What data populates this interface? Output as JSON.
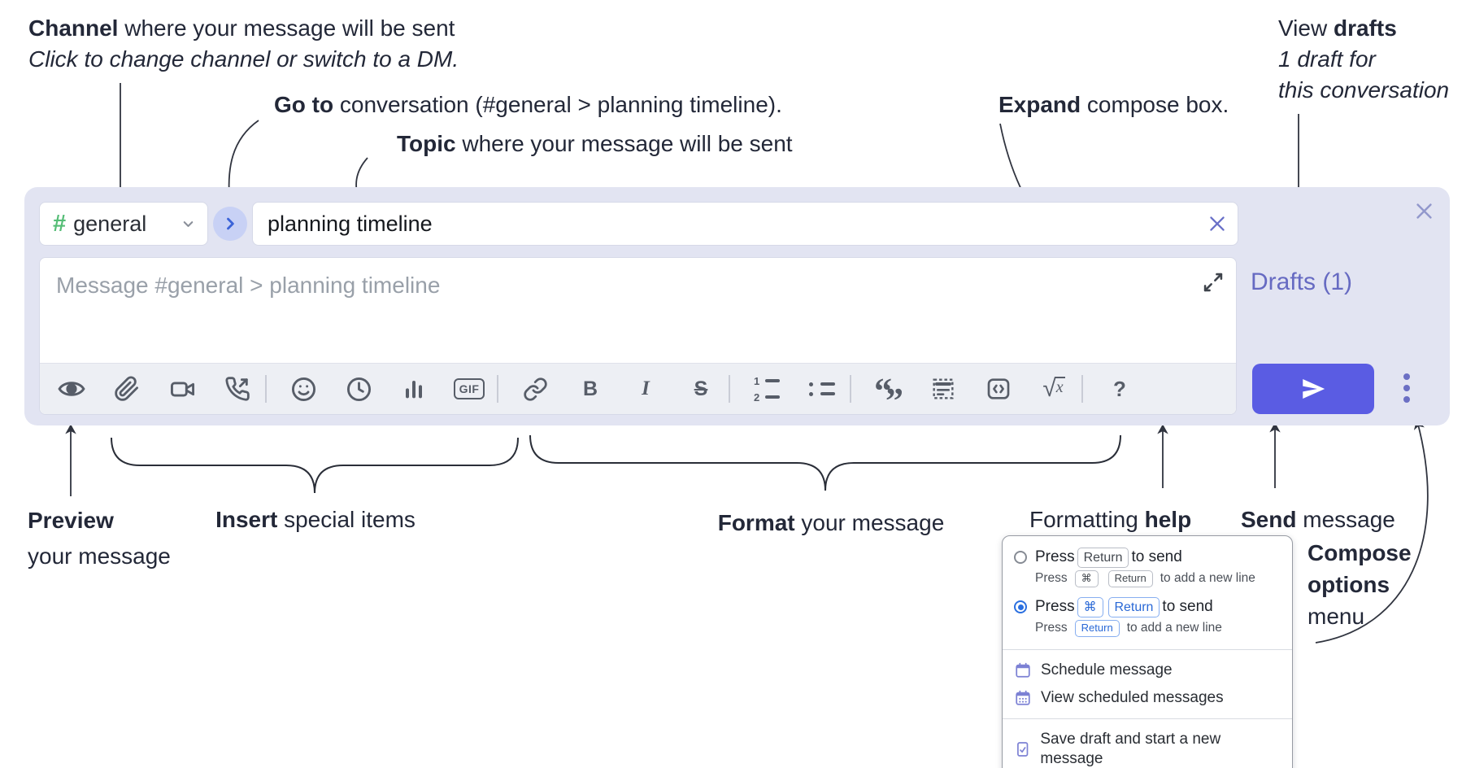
{
  "annotations": {
    "channel": {
      "bold": "Channel",
      "rest": " where your message will be sent",
      "sub": "Click to change channel or switch to a DM."
    },
    "goto": {
      "bold": "Go to",
      "rest": " conversation (#general > planning timeline)."
    },
    "topic": {
      "bold": "Topic",
      "rest": " where your message will be sent"
    },
    "expand": {
      "bold": "Expand",
      "rest": " compose box."
    },
    "view_drafts": {
      "l1a": "View ",
      "l1b": "drafts",
      "l2": "1 draft for",
      "l3": "this conversation"
    },
    "preview": {
      "bold": "Preview",
      "line2": "your message"
    },
    "insert": {
      "bold": "Insert",
      "rest": " special items"
    },
    "format": {
      "bold": "Format",
      "rest": " your message"
    },
    "help": {
      "regular": "Formatting ",
      "bold": "help"
    },
    "send": {
      "bold": "Send",
      "rest": " message"
    },
    "compose_options": {
      "l1": "Compose",
      "l2": "options",
      "l3": "menu"
    }
  },
  "compose": {
    "channel_selector": {
      "hash": "#",
      "label": "general"
    },
    "topic_input": {
      "value": "planning timeline"
    },
    "message_input": {
      "placeholder": "Message #general > planning timeline"
    },
    "drafts_link": "Drafts (1)",
    "toolbar": {
      "labels": {
        "bold": "B",
        "italic": "I",
        "strike": "S",
        "gif": "GIF",
        "sqrt": "√",
        "math_var": "x",
        "help": "?",
        "ol1": "1",
        "ol2": "2",
        "quote_open": "“",
        "quote_close": "”"
      }
    }
  },
  "options_menu": {
    "radios": [
      {
        "selected": false,
        "main_pre": "Press",
        "main_keys": [
          "Return"
        ],
        "main_post": "to send",
        "sub_pre": "Press",
        "sub_keys": [
          "⌘",
          "Return"
        ],
        "sub_post": "to add a new line"
      },
      {
        "selected": true,
        "main_pre": "Press",
        "main_keys": [
          "⌘",
          "Return"
        ],
        "main_post": "to send",
        "sub_pre": "Press",
        "sub_keys": [
          "Return"
        ],
        "sub_post": "to add a new line"
      }
    ],
    "items": [
      "Schedule message",
      "View scheduled messages",
      "Save draft and start a new message"
    ]
  },
  "colors": {
    "compose_bg": "#e2e4f2",
    "accent_send": "#5a5ce3",
    "drafts_purple": "#666ac2",
    "channel_green": "#55bd76",
    "goto_circle_bg": "#c8d1f5",
    "goto_chevron": "#3b63d8",
    "radio_selected_blue": "#2a6fe0",
    "menu_icon_purple": "#7c81d4",
    "toolbar_icon_gray": "#575d68"
  }
}
